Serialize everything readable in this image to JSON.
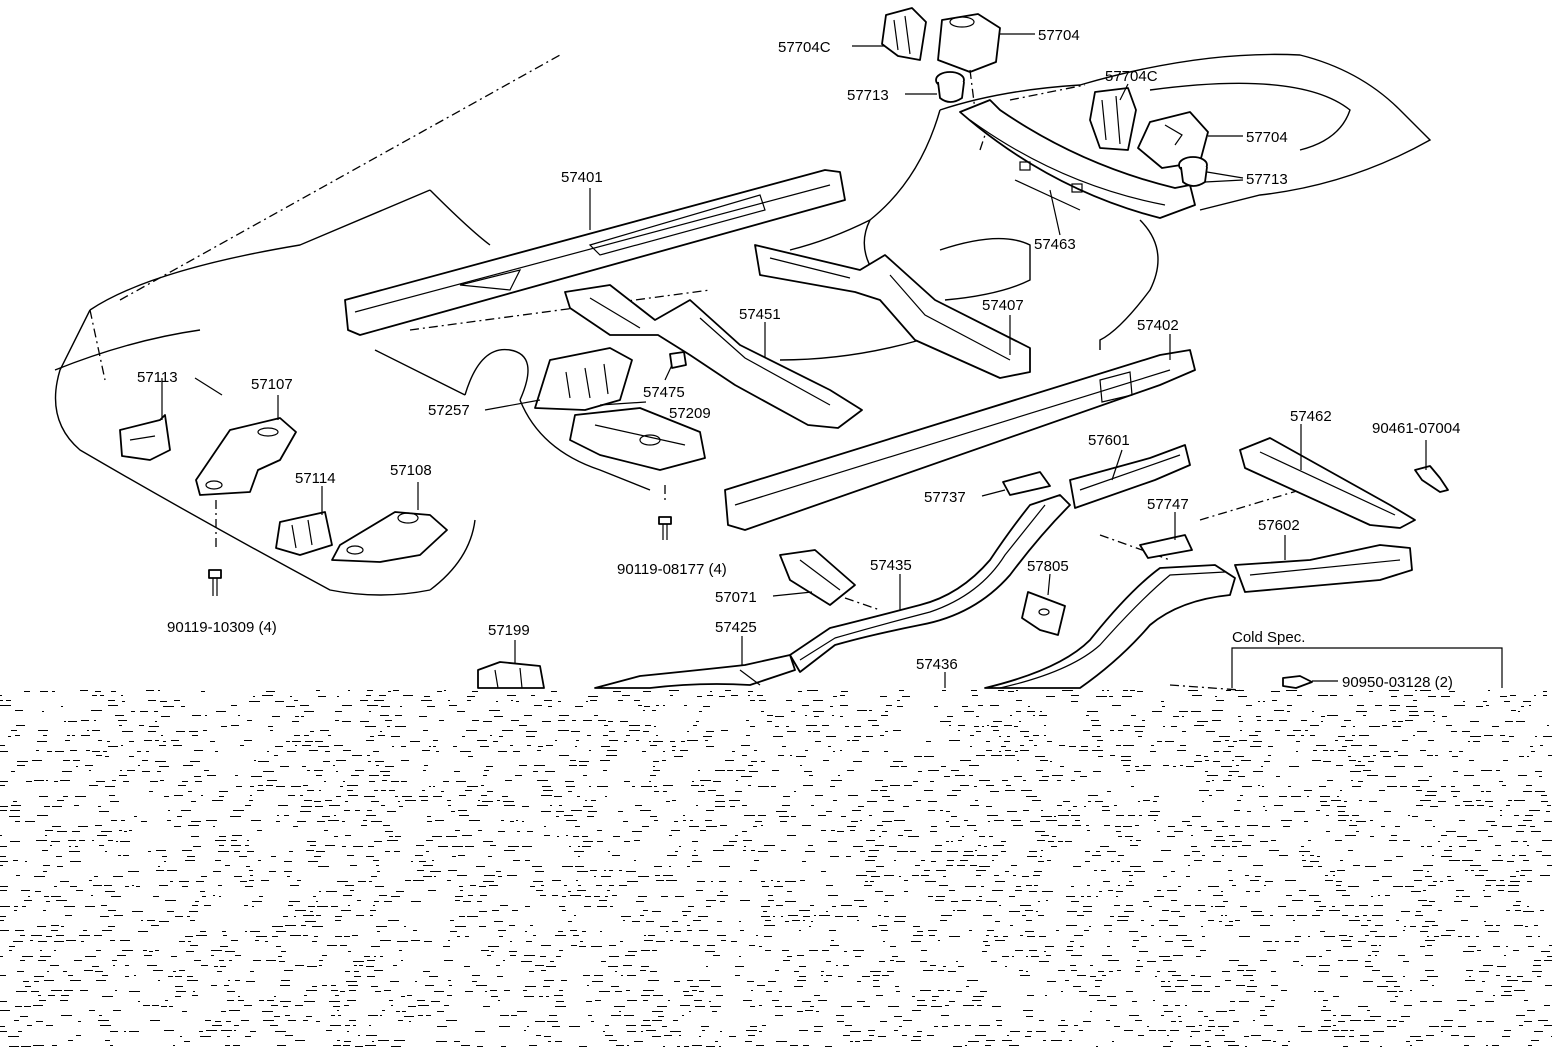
{
  "diagram": {
    "parts": {
      "p57704c_top": "57704C",
      "p57704_top": "57704",
      "p57713_top": "57713",
      "p57704c_right": "57704C",
      "p57704_right": "57704",
      "p57713_right": "57713",
      "p57401": "57401",
      "p57463": "57463",
      "p57407": "57407",
      "p57451": "57451",
      "p57402": "57402",
      "p57113": "57113",
      "p57107": "57107",
      "p57257": "57257",
      "p57475": "57475",
      "p57209": "57209",
      "p57462": "57462",
      "p90461": "90461-07004",
      "p57114": "57114",
      "p57108": "57108",
      "p57601": "57601",
      "p57737": "57737",
      "p57747": "57747",
      "p90119_08177": "90119-08177 (4)",
      "p57602": "57602",
      "p57435": "57435",
      "p57805": "57805",
      "p57071": "57071",
      "p90119_10309": "90119-10309 (4)",
      "p57199": "57199",
      "p57425": "57425",
      "p57436": "57436",
      "p90950": "90950-03128 (2)"
    },
    "cold_spec_label": "Cold Spec."
  }
}
